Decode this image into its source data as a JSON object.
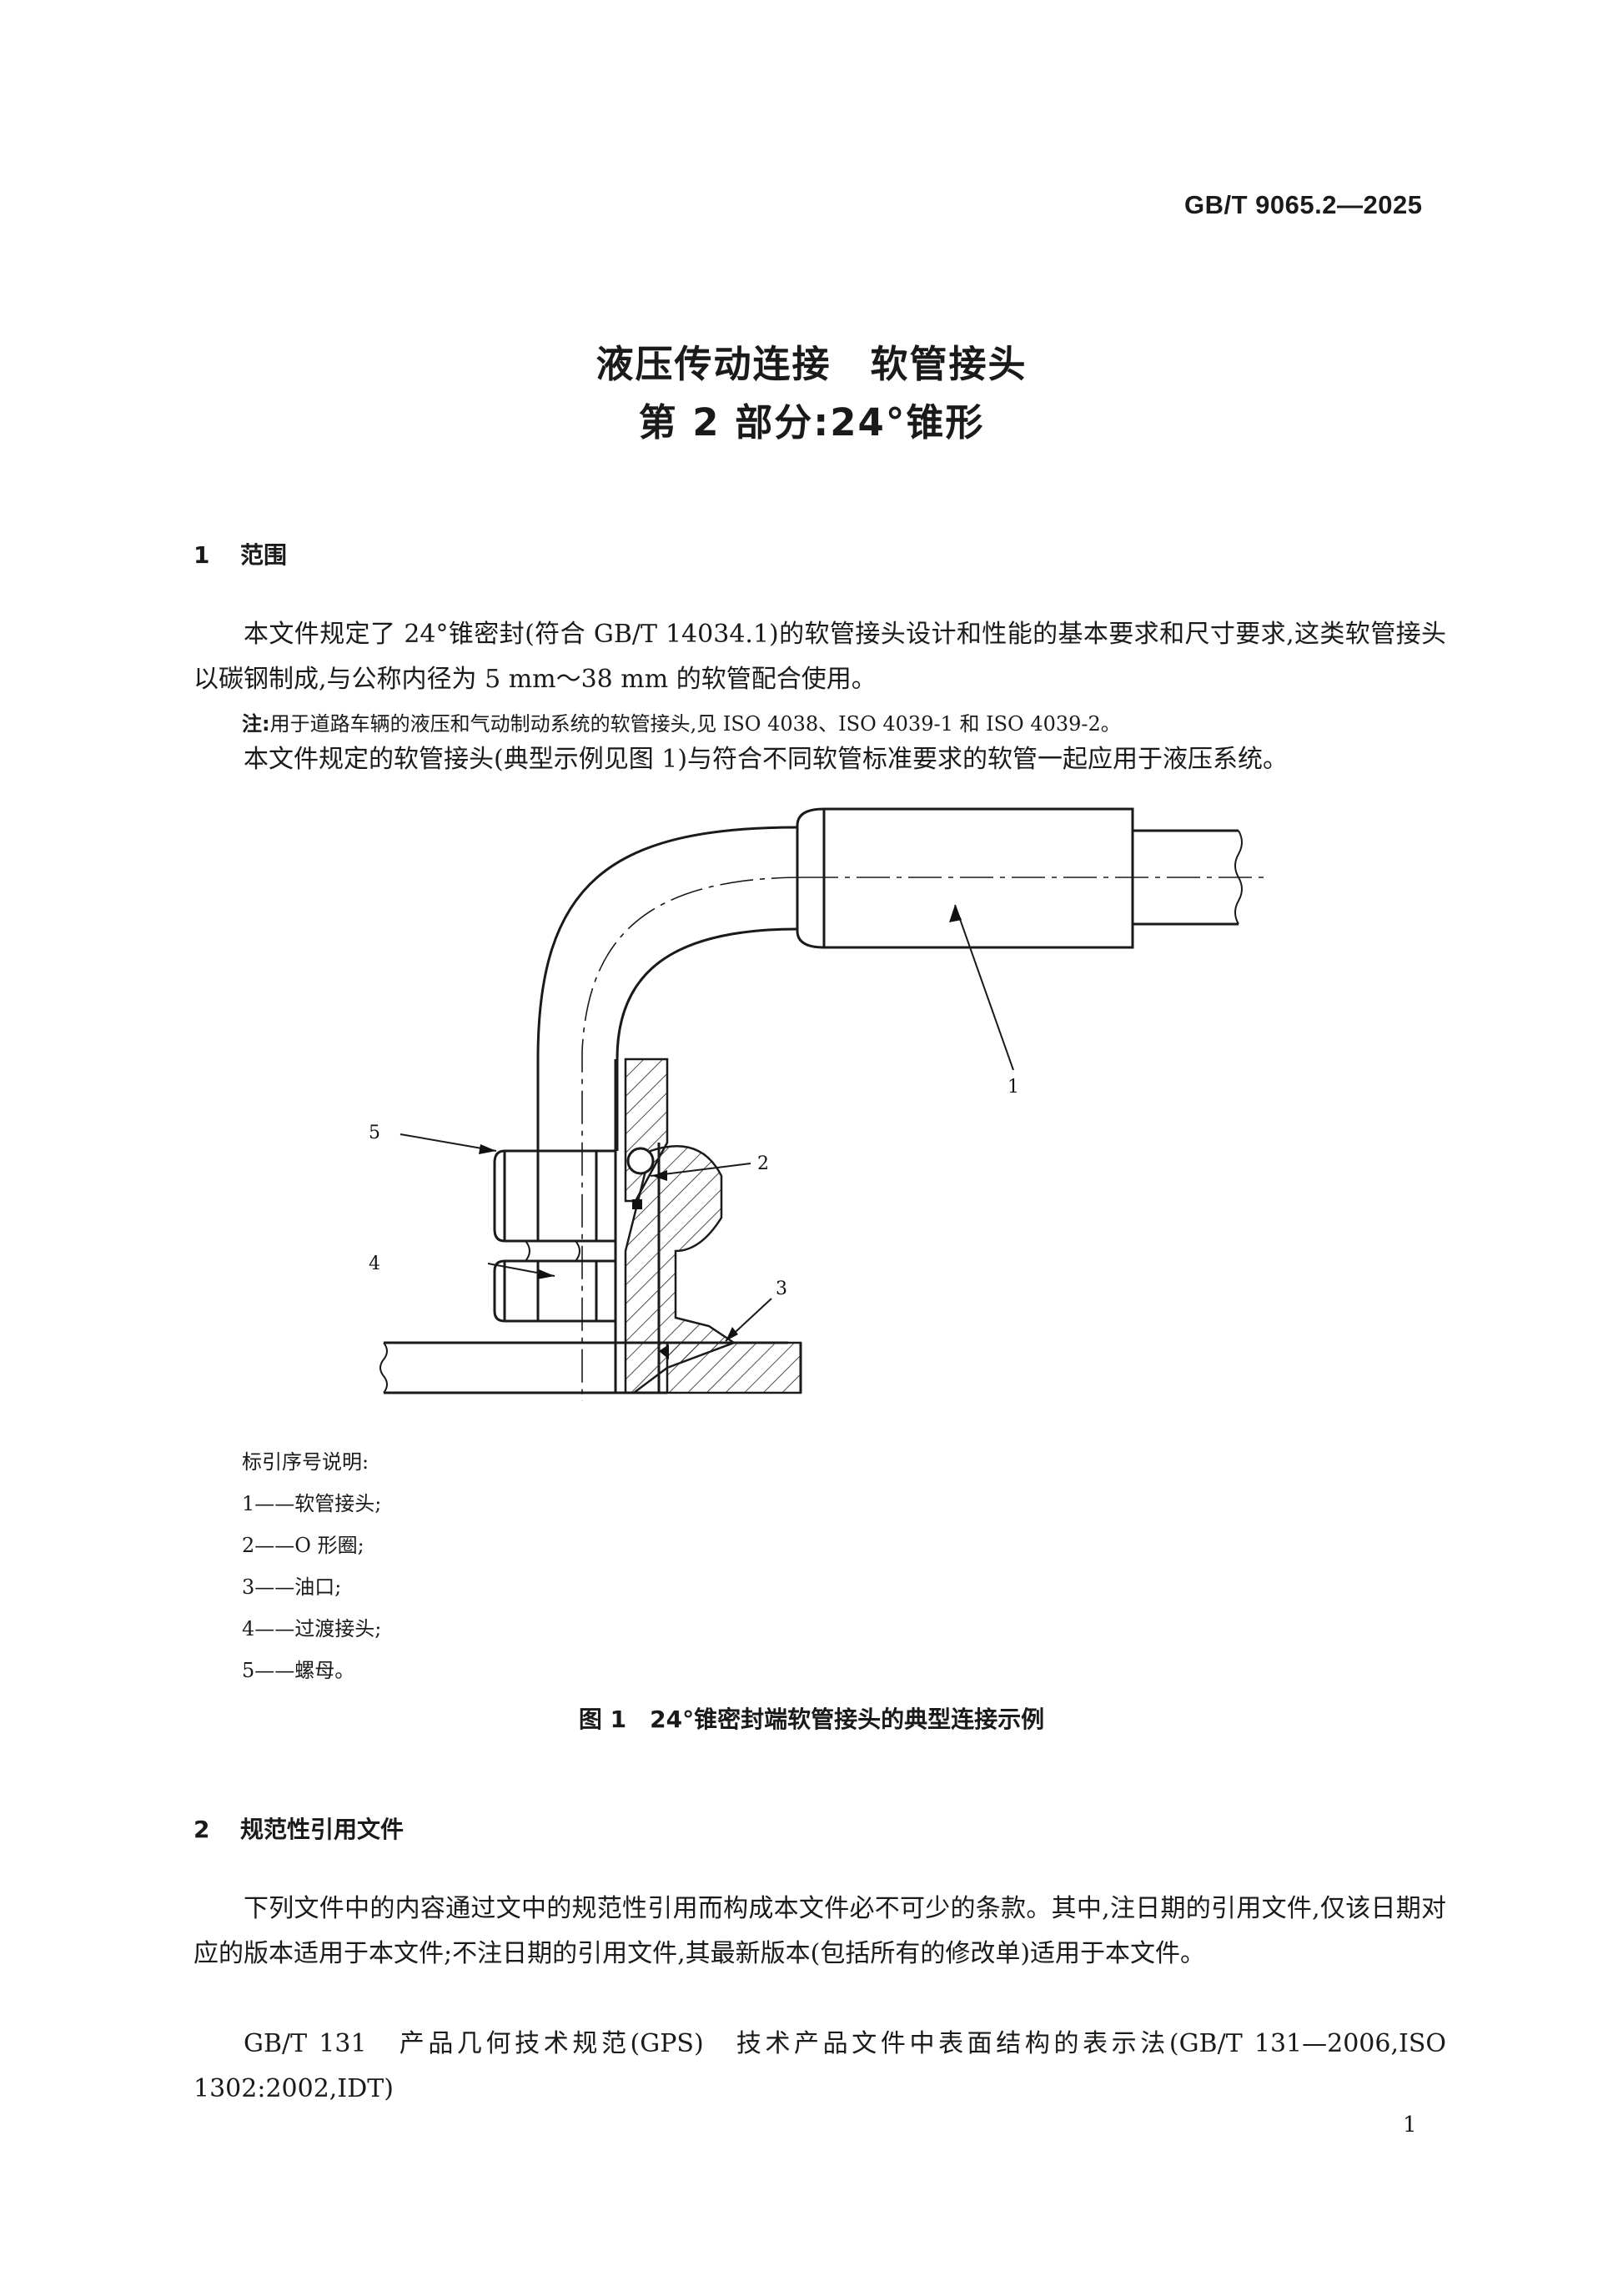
{
  "header": {
    "standard_number": "GB/T 9065.2—2025"
  },
  "title": {
    "line1": "液压传动连接　软管接头",
    "line2": "第 2 部分:24°锥形"
  },
  "section1": {
    "number": "1",
    "heading": "范围",
    "para1": "本文件规定了 24°锥密封(符合 GB/T 14034.1)的软管接头设计和性能的基本要求和尺寸要求,这类软管接头以碳钢制成,与公称内径为 5 mm～38 mm 的软管配合使用。",
    "note_label": "注:",
    "note_text": "用于道路车辆的液压和气动制动系统的软管接头,见 ISO 4038、ISO 4039-1 和 ISO 4039-2。",
    "para2": "本文件规定的软管接头(典型示例见图 1)与符合不同软管标准要求的软管一起应用于液压系统。"
  },
  "figure1": {
    "callouts": [
      "1",
      "2",
      "3",
      "4",
      "5"
    ],
    "legend_title": "标引序号说明:",
    "legend_items": [
      "1——软管接头;",
      "2——O 形圈;",
      "3——油口;",
      "4——过渡接头;",
      "5——螺母。"
    ],
    "caption": "图 1　24°锥密封端软管接头的典型连接示例"
  },
  "section2": {
    "number": "2",
    "heading": "规范性引用文件",
    "para1": "下列文件中的内容通过文中的规范性引用而构成本文件必不可少的条款。其中,注日期的引用文件,仅该日期对应的版本适用于本文件;不注日期的引用文件,其最新版本(包括所有的修改单)适用于本文件。",
    "ref1": "GB/T 131　产品几何技术规范(GPS)　技术产品文件中表面结构的表示法(GB/T 131—2006,ISO 1302:2002,IDT)"
  },
  "footer": {
    "page_number": "1"
  }
}
